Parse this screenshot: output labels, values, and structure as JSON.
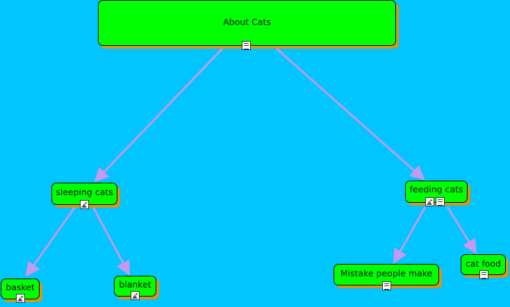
{
  "nodes": {
    "about_cats": "About Cats",
    "sleeping_cats": "sleeping cats",
    "feeding_cats": "feeding cats",
    "basket": "basket",
    "blanket": "blanket",
    "mistake": "Mistake people make",
    "cat_food": "cat food"
  },
  "colors": {
    "background": "#00c5ff",
    "node_fill": "#00ff00",
    "node_shadow": "#d29a14",
    "connector": "#c39af0"
  },
  "icons": {
    "about_cats": [
      "document-icon"
    ],
    "sleeping_cats": [
      "image-icon"
    ],
    "feeding_cats": [
      "image-icon",
      "document-icon"
    ],
    "basket": [
      "image-icon"
    ],
    "blanket": [
      "image-icon"
    ],
    "mistake": [
      "document-icon"
    ],
    "cat_food": [
      "document-icon"
    ]
  }
}
